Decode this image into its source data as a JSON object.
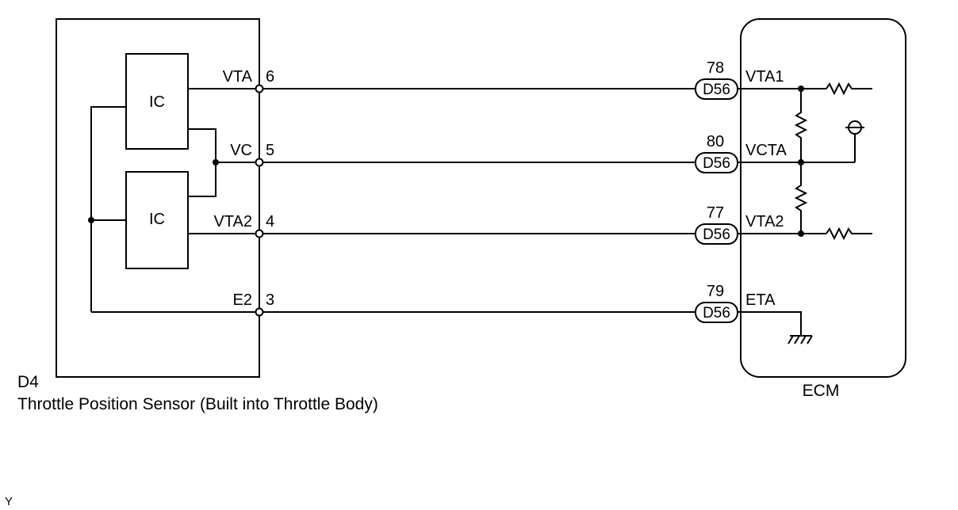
{
  "sensor": {
    "code": "D4",
    "name": "Throttle Position Sensor (Built into Throttle Body)",
    "ic_top_label": "IC",
    "ic_bottom_label": "IC"
  },
  "ecm": {
    "name": "ECM"
  },
  "signals": [
    {
      "sensor_terminal": "VTA",
      "sensor_pin": "6",
      "ecm_pin": "78",
      "connector": "D56",
      "ecm_terminal": "VTA1"
    },
    {
      "sensor_terminal": "VC",
      "sensor_pin": "5",
      "ecm_pin": "80",
      "connector": "D56",
      "ecm_terminal": "VCTA"
    },
    {
      "sensor_terminal": "VTA2",
      "sensor_pin": "4",
      "ecm_pin": "77",
      "connector": "D56",
      "ecm_terminal": "VTA2"
    },
    {
      "sensor_terminal": "E2",
      "sensor_pin": "3",
      "ecm_pin": "79",
      "connector": "D56",
      "ecm_terminal": "ETA"
    }
  ],
  "footer_mark": "Y"
}
